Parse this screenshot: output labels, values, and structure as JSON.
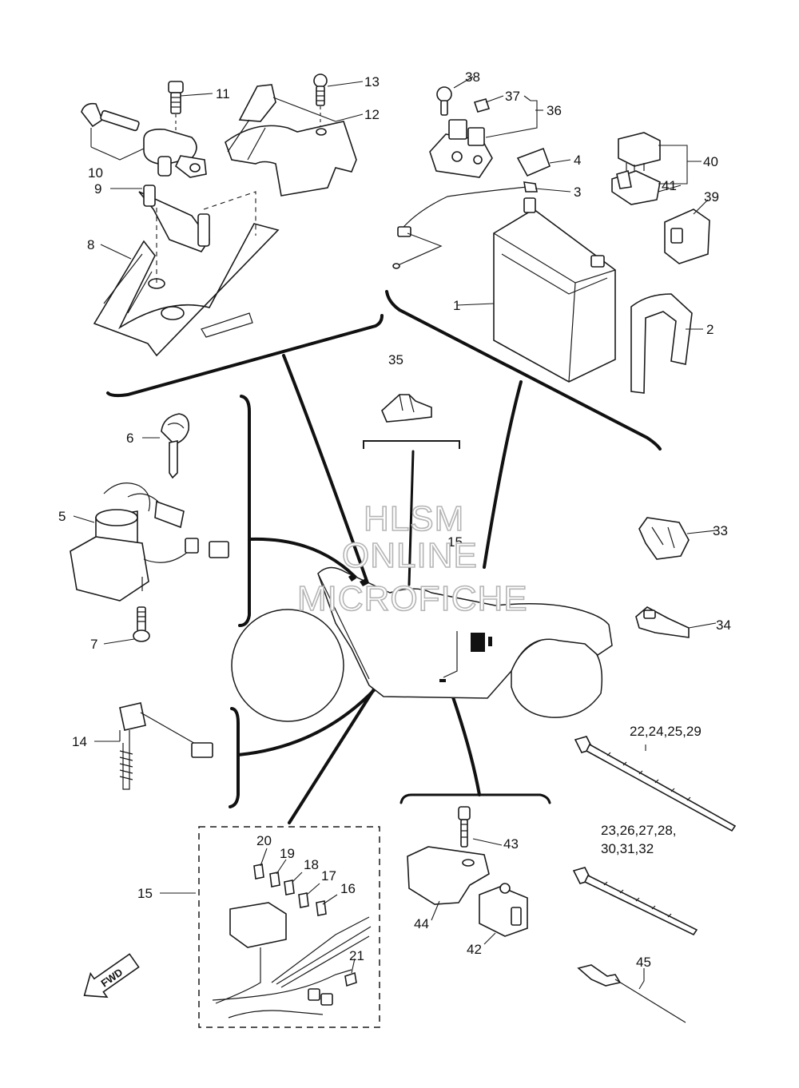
{
  "watermark": {
    "line1": "HLSM",
    "line2": "ONLINE",
    "line3": "MICROFICHE"
  },
  "forward_arrow": {
    "label": "FWD"
  },
  "callouts": {
    "c1": "1",
    "c2": "2",
    "c3": "3",
    "c4": "4",
    "c5": "5",
    "c6": "6",
    "c7": "7",
    "c8": "8",
    "c9": "9",
    "c10": "10",
    "c11": "11",
    "c12": "12",
    "c13": "13",
    "c14": "14",
    "c15_bike": "15",
    "c15_box": "15",
    "c16": "16",
    "c17": "17",
    "c18": "18",
    "c19": "19",
    "c20": "20",
    "c21": "21",
    "c22": "22,24,25,29",
    "c23a": "23,26,27,28,",
    "c23b": "30,31,32",
    "c33": "33",
    "c34": "34",
    "c35": "35",
    "c36": "36",
    "c37": "37",
    "c38": "38",
    "c39": "39",
    "c40": "40",
    "c41": "41",
    "c42": "42",
    "c43": "43",
    "c44": "44",
    "c45": "45"
  }
}
